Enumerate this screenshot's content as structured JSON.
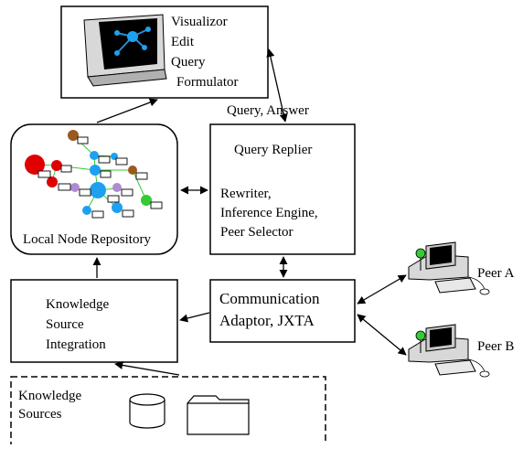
{
  "visualizer": {
    "line1": "Visualizor",
    "line2": "Edit",
    "line3": "Query",
    "line4": "Formulator"
  },
  "query_answer_label": "Query, Answer",
  "query_replier": {
    "title": "Query Replier",
    "line1": "Rewriter,",
    "line2": "Inference Engine,",
    "line3": "Peer Selector"
  },
  "local_node_repository": {
    "label": "Local Node Repository"
  },
  "knowledge_source_integration": {
    "line1": "Knowledge",
    "line2": "Source",
    "line3": "Integration"
  },
  "communication_adaptor": {
    "line1": "Communication",
    "line2": "Adaptor, JXTA"
  },
  "peers": {
    "peer_a": "Peer A",
    "peer_b": "Peer B"
  },
  "knowledge_sources": {
    "line1": "Knowledge",
    "line2": "Sources"
  },
  "colors": {
    "node_red": "#e00000",
    "node_blue": "#1ea0f0",
    "node_brown": "#9a5a1e",
    "node_green": "#33cc33",
    "node_purple": "#b08ad0",
    "edge_green": "#33cc33",
    "monitor_screen": "#000000",
    "monitor_graph": "#1ea0f0"
  }
}
